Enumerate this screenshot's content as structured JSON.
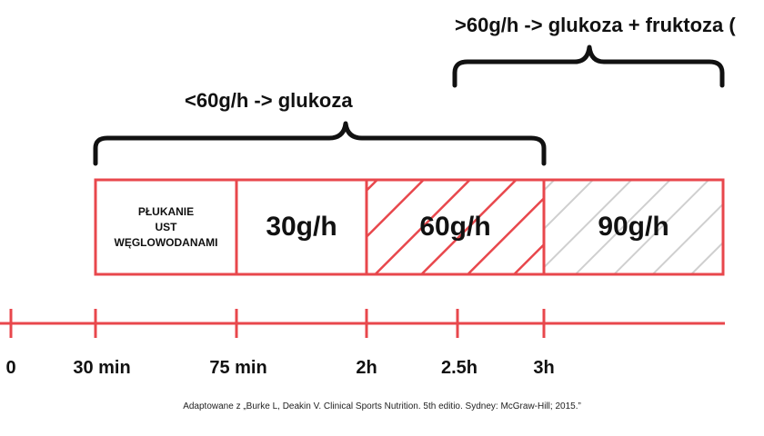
{
  "brackets": [
    {
      "label": "<60g/h -> glukoza"
    },
    {
      "label": ">60g/h -> glukoza + fruktoza ("
    }
  ],
  "segments": [
    {
      "label": "PŁUKANIE\nUST\nWĘGLOWODANAMI",
      "fill": "none"
    },
    {
      "label": "30g/h",
      "fill": "none"
    },
    {
      "label": "60g/h",
      "fill": "red-hatch"
    },
    {
      "label": "90g/h",
      "fill": "grey-hatch"
    }
  ],
  "timeline": {
    "ticks": [
      "0",
      "30 min",
      "75 min",
      "2h",
      "2.5h",
      "3h"
    ]
  },
  "citation": "Adaptowane z „Burke L, Deakin V. Clinical Sports Nutrition. 5th editio. Sydney: McGraw-Hill; 2015.”",
  "colors": {
    "accent": "#e8474c",
    "hatch_grey": "#cfcfcf",
    "text": "#111111"
  }
}
